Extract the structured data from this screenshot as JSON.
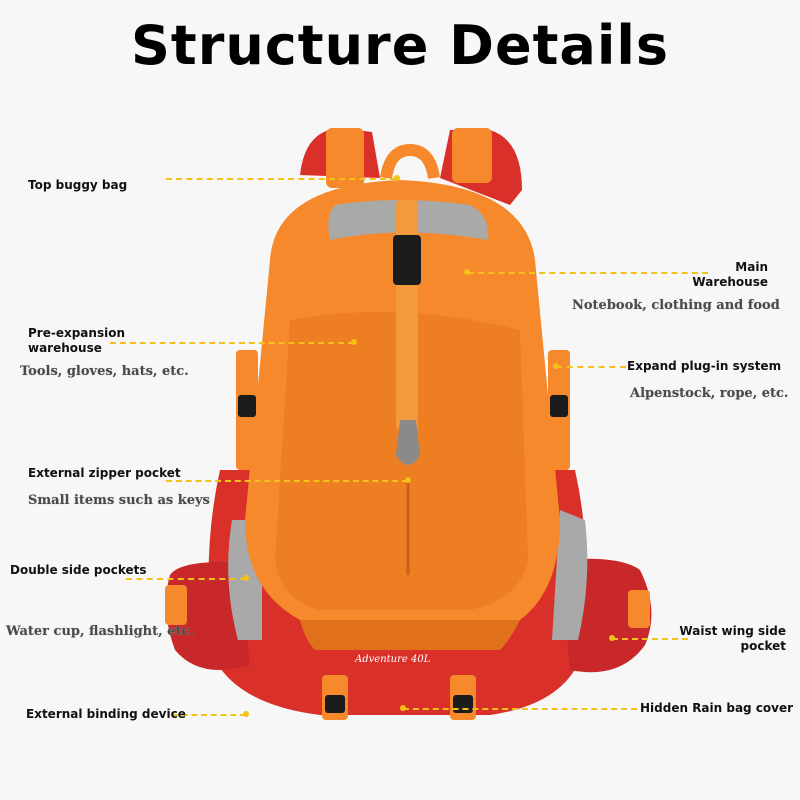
{
  "title": "Structure Details",
  "colors": {
    "orange": "#f5892b",
    "orange_dark": "#e0701a",
    "red": "#d9302a",
    "red_dark": "#a81f1c",
    "grey": "#a9a9a9",
    "black": "#1c1c1c",
    "leader": "#f2c218"
  },
  "backpack": {
    "brand_text": "Adventure 40L",
    "icon": "backpack-icon"
  },
  "labels": {
    "top_buggy_bag": "Top buggy bag",
    "main_warehouse": "Main\nWarehouse",
    "main_warehouse_desc": "Notebook, clothing and food",
    "pre_expansion": "Pre-expansion\nwarehouse",
    "pre_expansion_desc": "Tools, gloves, hats, etc.",
    "expand_plugin": "Expand plug-in system",
    "expand_plugin_desc": "Alpenstock, rope, etc.",
    "external_zipper": "External zipper pocket",
    "external_zipper_desc": "Small items such as keys",
    "double_side": "Double side pockets",
    "double_side_desc": "Water cup, flashlight, etc.",
    "waist_wing": "Waist wing side\npocket",
    "external_binding": "External binding device",
    "hidden_rain": "Hidden Rain bag cover"
  }
}
